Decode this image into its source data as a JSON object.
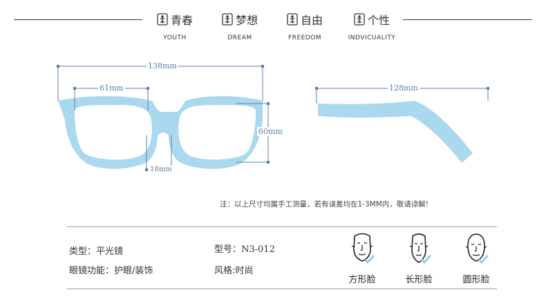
{
  "header": {
    "tags": [
      {
        "cn": "青春",
        "en": "YOUTH"
      },
      {
        "cn": "梦想",
        "en": "DREAM"
      },
      {
        "cn": "自由",
        "en": "FREEDOM"
      },
      {
        "cn": "个性",
        "en": "INDVICUALITY"
      }
    ],
    "icon": "person-in-box-icon"
  },
  "dimensions": {
    "total_width": "138mm",
    "lens_width": "61mm",
    "bridge_width": "18mm",
    "lens_height": "60mm",
    "temple_length": "128mm"
  },
  "colors": {
    "frame": "#a9d8ef",
    "dimension_line": "#5a7fa8"
  },
  "note": "注：以上尺寸均属手工测量，若有误差均在1-3MM内，敬请谅解!",
  "specs": {
    "type": "类型：平光镜",
    "function": "眼镜功能：护眼/装饰",
    "model": "型号：N3-012",
    "style": "风格:时尚"
  },
  "faces": [
    {
      "label": "方形脸",
      "icon": "square-face-icon"
    },
    {
      "label": "长形脸",
      "icon": "long-face-icon"
    },
    {
      "label": "圆形脸",
      "icon": "round-face-icon"
    }
  ]
}
